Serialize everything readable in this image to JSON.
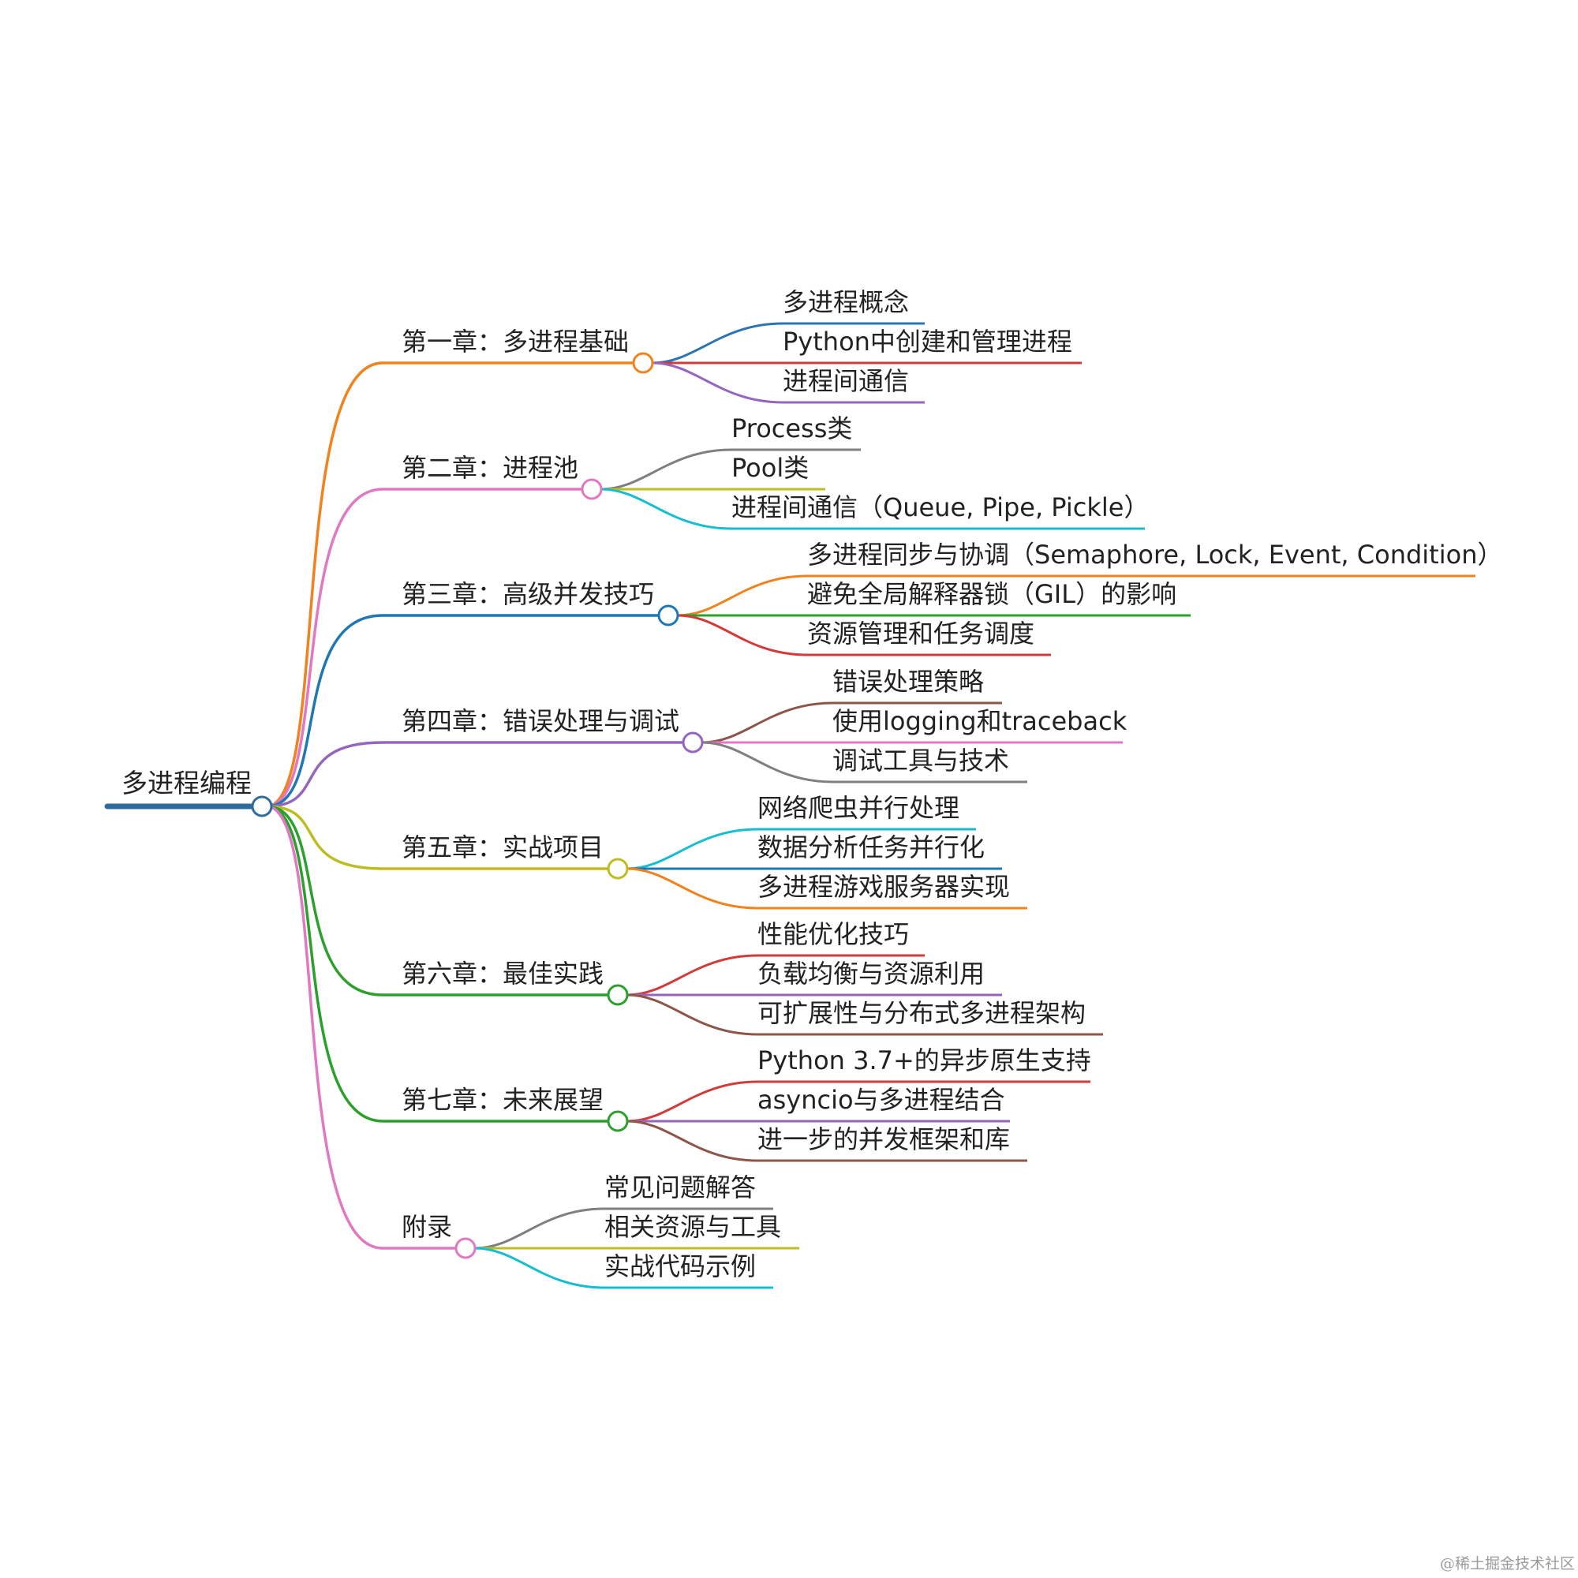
{
  "root": {
    "label": "多进程编程",
    "color": "#2e6c9e"
  },
  "chapters": [
    {
      "label": "第一章：多进程基础",
      "color": "#f0831d",
      "children": [
        {
          "label": "多进程概念",
          "color": "#2c74b3"
        },
        {
          "label": "Python中创建和管理进程",
          "color": "#d33a3a"
        },
        {
          "label": "进程间通信",
          "color": "#9466bd"
        }
      ]
    },
    {
      "label": "第二章：进程池",
      "color": "#e178c2",
      "children": [
        {
          "label": "Process类",
          "color": "#7f7f7f"
        },
        {
          "label": "Pool类",
          "color": "#bdbd22"
        },
        {
          "label": "进程间通信（Queue, Pipe, Pickle）",
          "color": "#17becf"
        }
      ]
    },
    {
      "label": "第三章：高级并发技巧",
      "color": "#1f77b4",
      "children": [
        {
          "label": "多进程同步与协调（Semaphore, Lock, Event, Condition）",
          "color": "#f0831d"
        },
        {
          "label": "避免全局解释器锁（GIL）的影响",
          "color": "#2ca02c"
        },
        {
          "label": "资源管理和任务调度",
          "color": "#d33a3a"
        }
      ]
    },
    {
      "label": "第四章：错误处理与调试",
      "color": "#9466bd",
      "children": [
        {
          "label": "错误处理策略",
          "color": "#8c564b"
        },
        {
          "label": "使用logging和traceback",
          "color": "#e178c2"
        },
        {
          "label": "调试工具与技术",
          "color": "#7f7f7f"
        }
      ]
    },
    {
      "label": "第五章：实战项目",
      "color": "#bdbd22",
      "children": [
        {
          "label": "网络爬虫并行处理",
          "color": "#17becf"
        },
        {
          "label": "数据分析任务并行化",
          "color": "#1f77b4"
        },
        {
          "label": "多进程游戏服务器实现",
          "color": "#f0831d"
        }
      ]
    },
    {
      "label": "第六章：最佳实践",
      "color": "#2ca02c",
      "children": [
        {
          "label": "性能优化技巧",
          "color": "#d33a3a"
        },
        {
          "label": "负载均衡与资源利用",
          "color": "#9466bd"
        },
        {
          "label": "可扩展性与分布式多进程架构",
          "color": "#8c564b"
        }
      ]
    },
    {
      "label": "第七章：未来展望",
      "color": "#2ca02c",
      "children": [
        {
          "label": "Python 3.7+的异步原生支持",
          "color": "#d33a3a"
        },
        {
          "label": "asyncio与多进程结合",
          "color": "#9466bd"
        },
        {
          "label": "进一步的并发框架和库",
          "color": "#8c564b"
        }
      ]
    },
    {
      "label": "附录",
      "color": "#e178c2",
      "children": [
        {
          "label": "常见问题解答",
          "color": "#7f7f7f"
        },
        {
          "label": "相关资源与工具",
          "color": "#bdbd22"
        },
        {
          "label": "实战代码示例",
          "color": "#17becf"
        }
      ]
    }
  ],
  "watermark": "@稀土掘金技术社区"
}
